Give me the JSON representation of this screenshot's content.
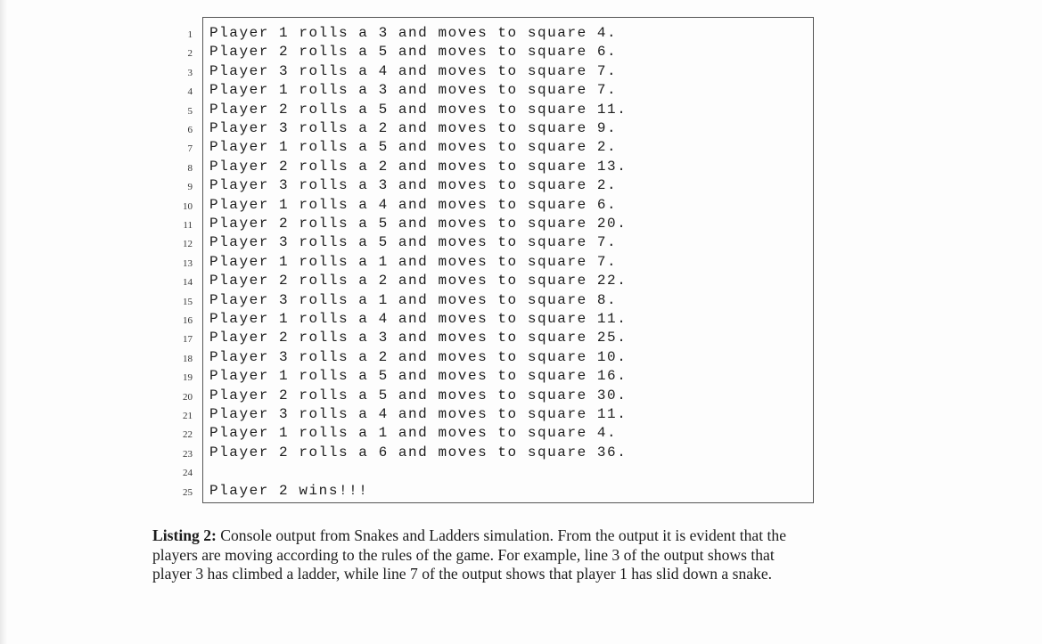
{
  "listing": {
    "lines": [
      {
        "number": "1",
        "text": "Player 1 rolls a 3 and moves to square 4."
      },
      {
        "number": "2",
        "text": "Player 2 rolls a 5 and moves to square 6."
      },
      {
        "number": "3",
        "text": "Player 3 rolls a 4 and moves to square 7."
      },
      {
        "number": "4",
        "text": "Player 1 rolls a 3 and moves to square 7."
      },
      {
        "number": "5",
        "text": "Player 2 rolls a 5 and moves to square 11."
      },
      {
        "number": "6",
        "text": "Player 3 rolls a 2 and moves to square 9."
      },
      {
        "number": "7",
        "text": "Player 1 rolls a 5 and moves to square 2."
      },
      {
        "number": "8",
        "text": "Player 2 rolls a 2 and moves to square 13."
      },
      {
        "number": "9",
        "text": "Player 3 rolls a 3 and moves to square 2."
      },
      {
        "number": "10",
        "text": "Player 1 rolls a 4 and moves to square 6."
      },
      {
        "number": "11",
        "text": "Player 2 rolls a 5 and moves to square 20."
      },
      {
        "number": "12",
        "text": "Player 3 rolls a 5 and moves to square 7."
      },
      {
        "number": "13",
        "text": "Player 1 rolls a 1 and moves to square 7."
      },
      {
        "number": "14",
        "text": "Player 2 rolls a 2 and moves to square 22."
      },
      {
        "number": "15",
        "text": "Player 3 rolls a 1 and moves to square 8."
      },
      {
        "number": "16",
        "text": "Player 1 rolls a 4 and moves to square 11."
      },
      {
        "number": "17",
        "text": "Player 2 rolls a 3 and moves to square 25."
      },
      {
        "number": "18",
        "text": "Player 3 rolls a 2 and moves to square 10."
      },
      {
        "number": "19",
        "text": "Player 1 rolls a 5 and moves to square 16."
      },
      {
        "number": "20",
        "text": "Player 2 rolls a 5 and moves to square 30."
      },
      {
        "number": "21",
        "text": "Player 3 rolls a 4 and moves to square 11."
      },
      {
        "number": "22",
        "text": "Player 1 rolls a 1 and moves to square 4."
      },
      {
        "number": "23",
        "text": "Player 2 rolls a 6 and moves to square 36."
      },
      {
        "number": "24",
        "text": ""
      },
      {
        "number": "25",
        "text": "Player 2 wins!!!"
      }
    ]
  },
  "caption": {
    "label": "Listing 2:",
    "text": "Console output from Snakes and Ladders simulation. From the output it is evident that the players are moving according to the rules of the game. For example, line 3 of the output shows that player 3 has climbed a ladder, while line 7 of the output shows that player 1 has slid down a snake."
  }
}
